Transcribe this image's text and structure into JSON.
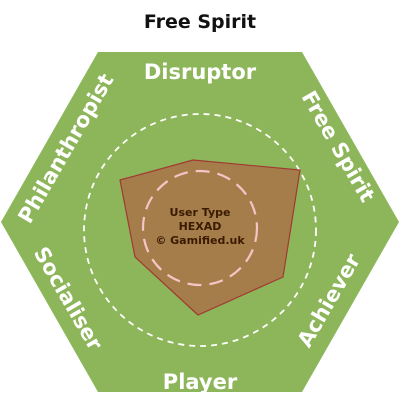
{
  "title": "Free Spirit",
  "hexad": {
    "colors": {
      "hexagon": "#8db55a",
      "profile_fill": "#a57d4a",
      "profile_stroke": "#a03a32",
      "outer_dashed_circle": "#ffffff",
      "inner_dashed_circle": "#f2c6c6"
    },
    "types": {
      "top": "Disruptor",
      "top_right": "Free Spirit",
      "bottom_right": "Achiever",
      "bottom": "Player",
      "bottom_left": "Socialiser",
      "top_left": "Philanthropist"
    },
    "center": {
      "line1": "User Type",
      "line2": "HEXAD",
      "line3": "© Gamified.uk"
    }
  }
}
